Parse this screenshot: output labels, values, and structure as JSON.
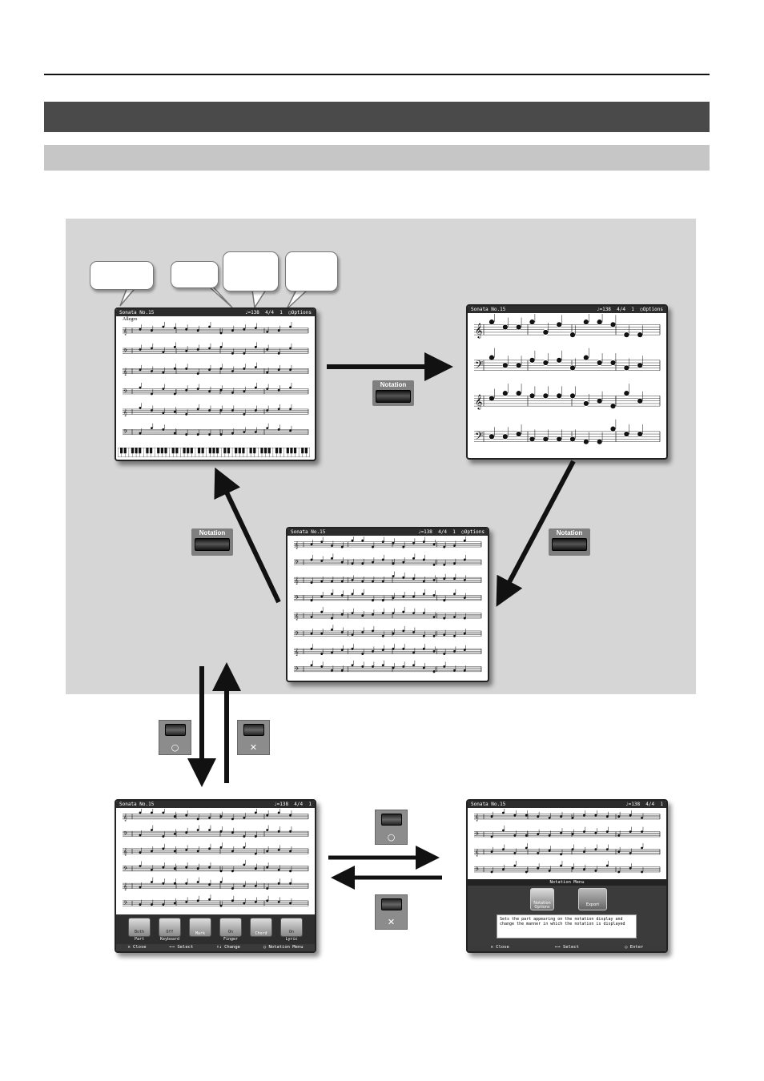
{
  "screens": {
    "main": {
      "title": "Sonata No.15",
      "tempo": "♩=138",
      "meter": "4/4",
      "measure": "1",
      "options": "Options",
      "tempo_mark": "Allegro"
    },
    "large": {
      "title": "Sonata No.15",
      "tempo": "♩=138",
      "meter": "4/4",
      "measure": "1",
      "options": "Options"
    },
    "small": {
      "title": "Sonata No.15",
      "tempo": "♩=138",
      "meter": "4/4",
      "measure": "1",
      "options": "Options"
    },
    "menu": {
      "title": "Sonata No.15",
      "tempo": "♩=138",
      "meter": "4/4",
      "measure": "1",
      "items": [
        {
          "top": "Both",
          "label": "Part"
        },
        {
          "top": "Off",
          "label": "Keyboard"
        },
        {
          "top": "",
          "label": "Mark"
        },
        {
          "top": "On",
          "label": "Finger"
        },
        {
          "top": "",
          "label": "Chord"
        },
        {
          "top": "On",
          "label": "Lyric"
        }
      ],
      "footer": [
        "✕ Close",
        "←→ Select",
        "↑↓ Change",
        "○ Notation Menu"
      ]
    },
    "notation_menu": {
      "title": "Sonata No.15",
      "tempo": "♩=138",
      "meter": "4/4",
      "measure": "1",
      "header": "Notation Menu",
      "buttons": [
        "Notation Options",
        "Export"
      ],
      "description": "Sets the part appearing on the notation display and change the manner in which the notation is displayed",
      "footer": [
        "✕ Close",
        "←→ Select",
        "○ Enter"
      ]
    }
  },
  "buttons": {
    "notation": "Notation",
    "ok_symbol": "○",
    "cancel_symbol": "✕"
  }
}
